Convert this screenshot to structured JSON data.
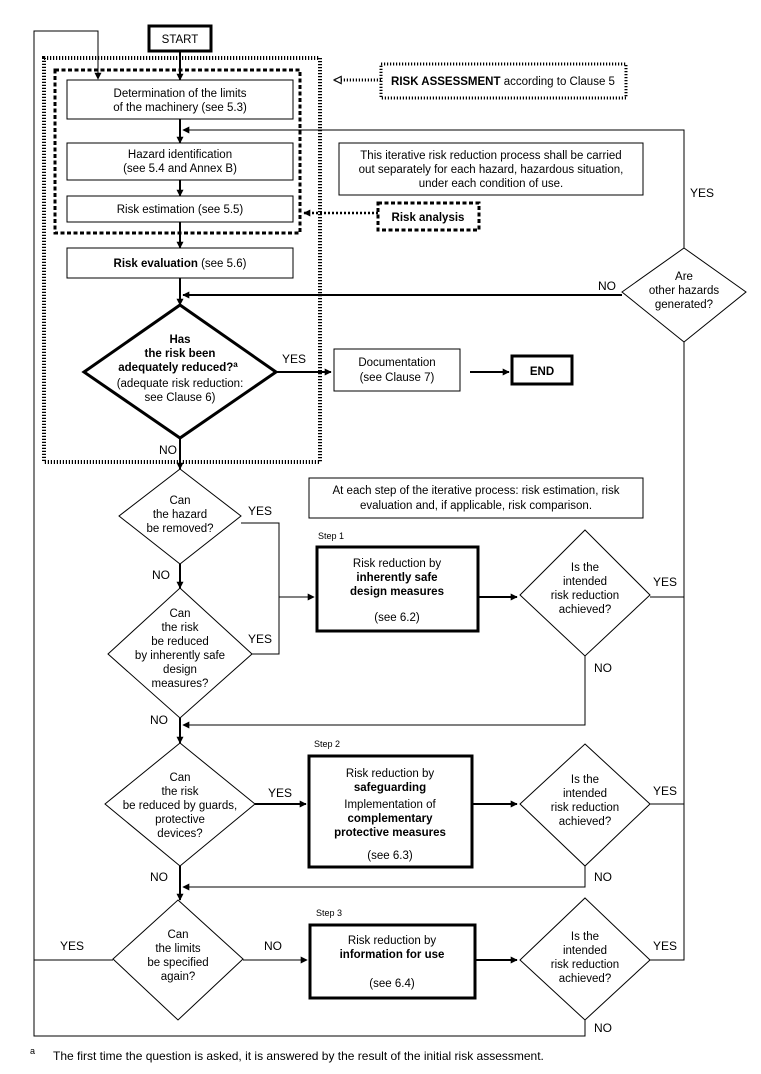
{
  "start": "START",
  "end": "END",
  "risk_assessment": {
    "bold": "RISK ASSESSMENT",
    "rest": " according to Clause 5"
  },
  "limits": [
    "Determination of the limits",
    "of the machinery (see 5.3)"
  ],
  "hazard_id": [
    "Hazard identification",
    "(see 5.4 and Annex B)"
  ],
  "risk_estimation": "Risk estimation (see 5.5)",
  "risk_evaluation": {
    "bold": "Risk evaluation",
    "rest": " (see 5.6)"
  },
  "iterative_note": [
    "This iterative risk reduction process shall be carried",
    "out separately for each hazard, hazardous situation,",
    "under each condition of use."
  ],
  "risk_analysis": "Risk analysis",
  "other_hazards": [
    "Are",
    "other hazards",
    "generated?"
  ],
  "adequately_reduced": {
    "line1": "Has",
    "line2": "the risk been",
    "line3": "adequately reduced?",
    "sup": "a",
    "line4": "(adequate risk reduction:",
    "line5": "see Clause 6)"
  },
  "documentation": [
    "Documentation",
    "(see Clause 7)"
  ],
  "each_step_note": [
    "At each step of the iterative process: risk estimation, risk",
    "evaluation and, if applicable, risk comparison."
  ],
  "hazard_removed": [
    "Can",
    "the hazard",
    "be removed?"
  ],
  "reduced_inherently": [
    "Can",
    "the risk",
    "be reduced",
    "by inherently safe",
    "design",
    "measures?"
  ],
  "step1": {
    "label": "Step 1",
    "line1": "Risk reduction by",
    "bold1": "inherently safe",
    "bold2": "design measures",
    "ref": "(see 6.2)"
  },
  "step2": {
    "label": "Step 2",
    "line1": "Risk reduction by",
    "bold1": "safeguarding",
    "line2": "Implementation of",
    "bold2": "complementary",
    "bold3": "protective measures",
    "ref": "(see 6.3)"
  },
  "step3": {
    "label": "Step 3",
    "line1": "Risk reduction by",
    "bold1": "information for use",
    "ref": "(see 6.4)"
  },
  "intended_achieved": [
    "Is the",
    "intended",
    "risk reduction",
    "achieved?"
  ],
  "reduced_guards": [
    "Can",
    "the risk",
    "be reduced by guards,",
    "protective",
    "devices?"
  ],
  "limits_again": [
    "Can",
    "the limits",
    "be specified",
    "again?"
  ],
  "yes": "YES",
  "no": "NO",
  "footnote_mark": "a",
  "footnote": "The first time the question is asked, it is answered by the result of the initial risk assessment."
}
